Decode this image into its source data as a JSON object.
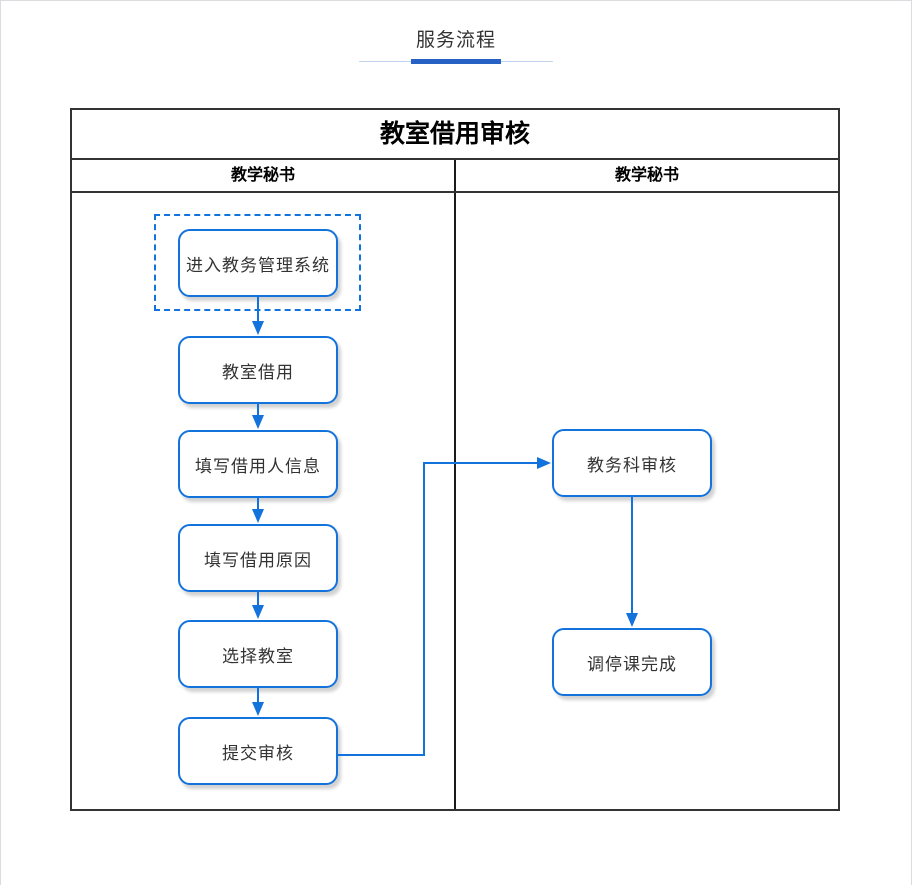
{
  "page_header": {
    "title": "服务流程"
  },
  "diagram": {
    "title": "教室借用审核",
    "lanes": [
      {
        "label": "教学秘书"
      },
      {
        "label": "教学秘书"
      }
    ],
    "nodes": [
      {
        "id": "enter-system",
        "label": "进入教务管理系统",
        "lane": 0,
        "highlighted": true
      },
      {
        "id": "classroom-borrow",
        "label": "教室借用",
        "lane": 0,
        "highlighted": false
      },
      {
        "id": "fill-borrower-info",
        "label": "填写借用人信息",
        "lane": 0,
        "highlighted": false
      },
      {
        "id": "fill-borrow-reason",
        "label": "填写借用原因",
        "lane": 0,
        "highlighted": false
      },
      {
        "id": "select-classroom",
        "label": "选择教室",
        "lane": 0,
        "highlighted": false
      },
      {
        "id": "submit-review",
        "label": "提交审核",
        "lane": 0,
        "highlighted": false
      },
      {
        "id": "academic-office-review",
        "label": "教务科审核",
        "lane": 1,
        "highlighted": false
      },
      {
        "id": "class-adjustment-done",
        "label": "调停课完成",
        "lane": 1,
        "highlighted": false
      }
    ],
    "edges": [
      {
        "from": "enter-system",
        "to": "classroom-borrow"
      },
      {
        "from": "classroom-borrow",
        "to": "fill-borrower-info"
      },
      {
        "from": "fill-borrower-info",
        "to": "fill-borrow-reason"
      },
      {
        "from": "fill-borrow-reason",
        "to": "select-classroom"
      },
      {
        "from": "select-classroom",
        "to": "submit-review"
      },
      {
        "from": "submit-review",
        "to": "academic-office-review"
      },
      {
        "from": "academic-office-review",
        "to": "class-adjustment-done"
      }
    ]
  },
  "colors": {
    "node_blue": "#1373dc",
    "accent_blue": "#2562c4",
    "underline_light": "#c5d4ee",
    "frame_border": "#333333"
  }
}
